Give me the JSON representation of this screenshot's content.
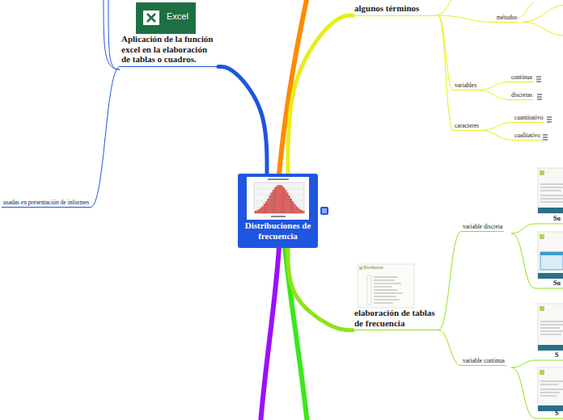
{
  "diagram": {
    "nodes": [
      {
        "text": [
          "Distribuciones de frecuencia"
        ]
      },
      {
        "text": [
          "Aplicación de la función excel en la elaboración de tablas o cuadros."
        ]
      },
      {
        "text": [
          "usadas en presentación de informes"
        ]
      },
      {
        "text": [
          "algunos términos"
        ]
      },
      {
        "text": [
          "métodos"
        ]
      },
      {
        "text": [
          "variables"
        ]
      },
      {
        "text": [
          "continua"
        ]
      },
      {
        "text": [
          "discretas"
        ]
      },
      {
        "text": [
          "caracteres"
        ]
      },
      {
        "text": [
          "cuantitativo"
        ]
      },
      {
        "text": [
          "cualitativo"
        ]
      },
      {
        "text": [
          "elaboración de tablas de frecuencia"
        ]
      },
      {
        "text": [
          "variable discreta"
        ]
      },
      {
        "text": [
          "variable continua"
        ]
      }
    ],
    "edges": [
      {
        "from": 0,
        "to": 1,
        "arrow": "none"
      },
      {
        "from": 1,
        "to": 2,
        "arrow": "none"
      },
      {
        "from": 0,
        "to": 3,
        "arrow": "none"
      },
      {
        "from": 3,
        "to": 4,
        "arrow": "none"
      },
      {
        "from": 3,
        "to": 5,
        "arrow": "none"
      },
      {
        "from": 5,
        "to": 6,
        "arrow": "none"
      },
      {
        "from": 5,
        "to": 7,
        "arrow": "none"
      },
      {
        "from": 3,
        "to": 8,
        "arrow": "none"
      },
      {
        "from": 8,
        "to": 9,
        "arrow": "none"
      },
      {
        "from": 8,
        "to": 10,
        "arrow": "none"
      },
      {
        "from": 0,
        "to": 11,
        "arrow": "none"
      },
      {
        "from": 11,
        "to": 12,
        "arrow": "none"
      },
      {
        "from": 11,
        "to": 13,
        "arrow": "none"
      }
    ],
    "labels": [
      "Excel",
      "Símbolos",
      "Su",
      "Su",
      "S",
      "S"
    ]
  }
}
